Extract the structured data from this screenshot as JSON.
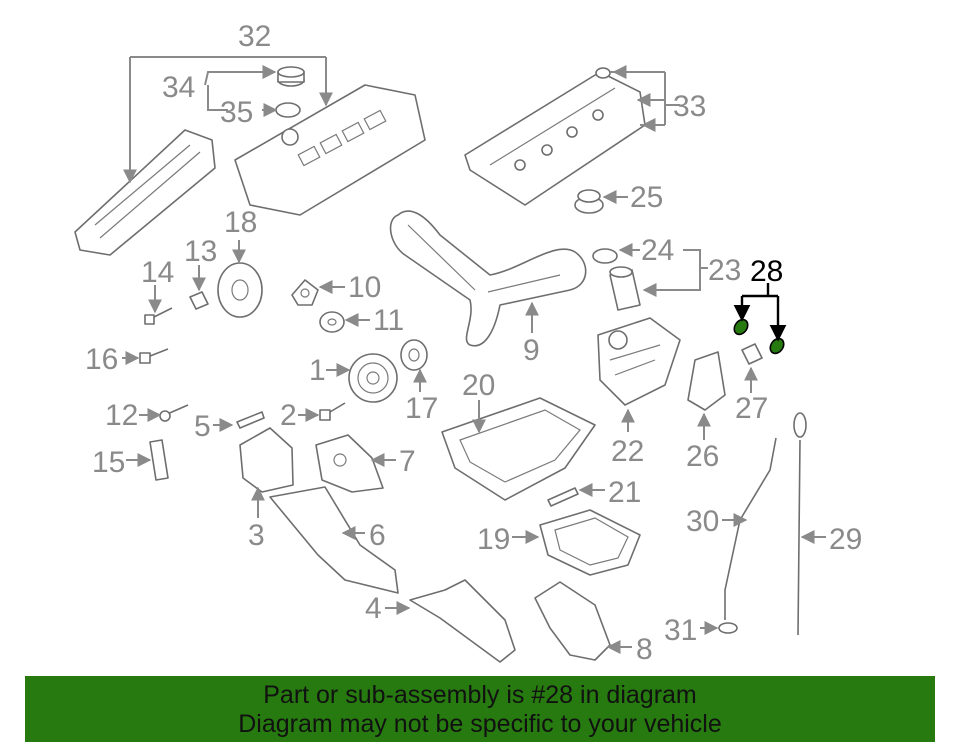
{
  "diagram": {
    "labels": {
      "p1": "1",
      "p2": "2",
      "p3": "3",
      "p4": "4",
      "p5": "5",
      "p6": "6",
      "p7": "7",
      "p8": "8",
      "p9": "9",
      "p10": "10",
      "p11": "11",
      "p12": "12",
      "p13": "13",
      "p14": "14",
      "p15": "15",
      "p16": "16",
      "p17": "17",
      "p18": "18",
      "p19": "19",
      "p20": "20",
      "p21": "21",
      "p22": "22",
      "p23": "23",
      "p24": "24",
      "p25": "25",
      "p26": "26",
      "p27": "27",
      "p28": "28",
      "p29": "29",
      "p30": "30",
      "p31": "31",
      "p32": "32",
      "p33": "33",
      "p34": "34",
      "p35": "35"
    },
    "highlight_part": "28",
    "highlight_color": "#267a10"
  },
  "banner": {
    "line1": "Part or sub-assembly is #28 in diagram",
    "line2": "Diagram may not be specific to your vehicle",
    "background": "#267a10"
  }
}
